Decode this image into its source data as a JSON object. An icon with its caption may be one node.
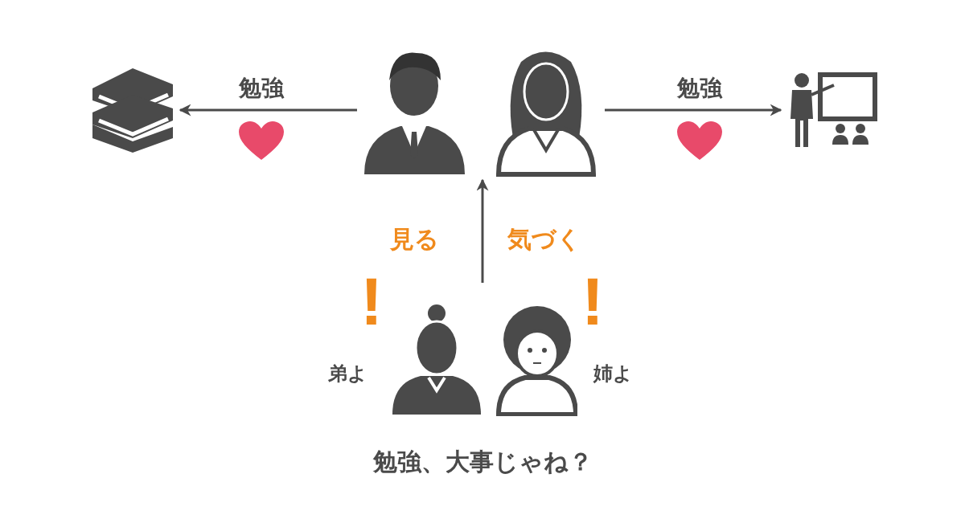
{
  "diagram": {
    "caption": "勉強、大事じゃね？",
    "nodes": [
      {
        "text": [],
        "shape": "picture"
      },
      {
        "text": [],
        "shape": "picture"
      },
      {
        "text": [],
        "shape": "picture"
      },
      {
        "text": [],
        "shape": "picture"
      }
    ],
    "edges": [
      {
        "from": 1,
        "to": 0,
        "arrow": "to",
        "label": "勉強"
      },
      {
        "from": 1,
        "to": 2,
        "arrow": "to",
        "label": "勉強"
      },
      {
        "from": 3,
        "to": 1,
        "arrow": "to"
      }
    ],
    "labels": [
      "見る",
      "気づく",
      "!",
      "!",
      "弟よ",
      "姉よ"
    ]
  }
}
